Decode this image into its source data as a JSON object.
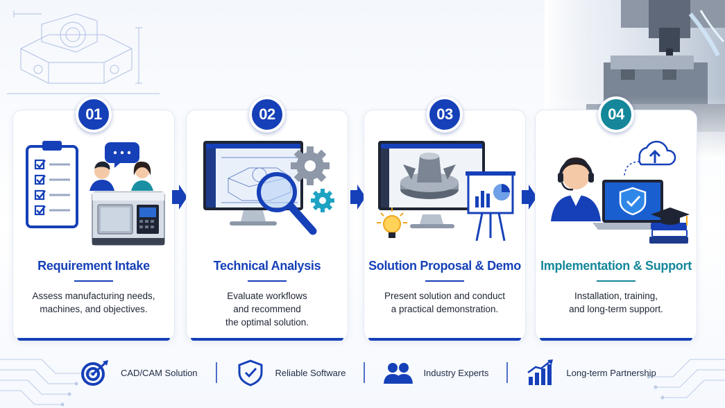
{
  "steps": [
    {
      "number": "01",
      "title": "Requirement Intake",
      "desc": [
        "Assess manufacturing needs,",
        "machines, and objectives."
      ]
    },
    {
      "number": "02",
      "title": "Technical Analysis",
      "desc": [
        "Evaluate workflows",
        "and recommend",
        "the optimal solution."
      ]
    },
    {
      "number": "03",
      "title": "Solution Proposal & Demo",
      "desc": [
        "Present solution and conduct",
        "a practical demonstration."
      ]
    },
    {
      "number": "04",
      "title": "Implementation & Support",
      "desc": [
        "Installation, training,",
        "and long-term support."
      ]
    }
  ],
  "features": [
    {
      "label": "CAD/CAM Solution",
      "icon": "target-icon"
    },
    {
      "label": "Reliable Software",
      "icon": "shield-check-icon"
    },
    {
      "label": "Industry Experts",
      "icon": "people-icon"
    },
    {
      "label": "Long-term Partnership",
      "icon": "growth-chart-icon"
    }
  ],
  "colors": {
    "primary": "#1640b8",
    "teal": "#14879a",
    "text": "#1e2433"
  }
}
